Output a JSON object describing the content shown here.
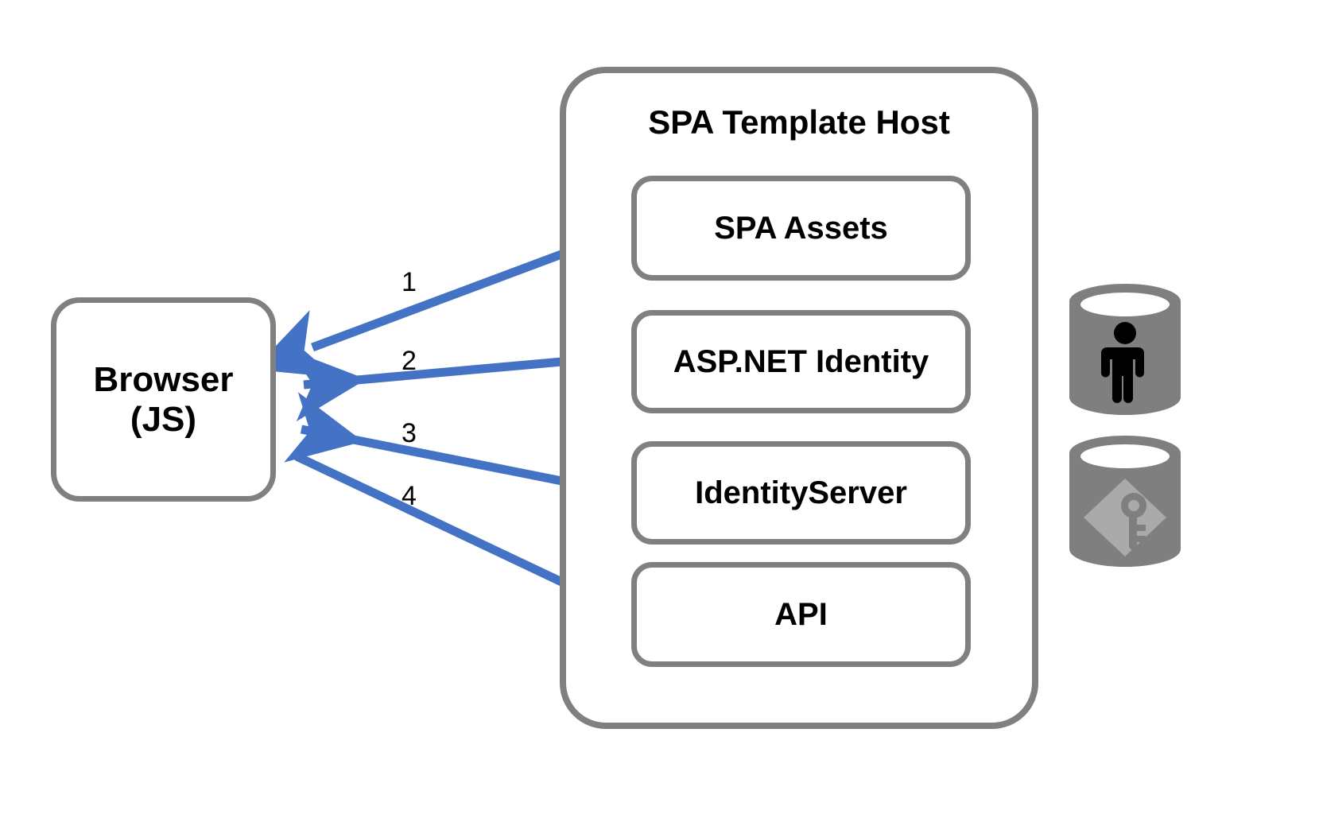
{
  "diagram": {
    "title": "SPA Template Host",
    "background_color": "#FFFFFF",
    "border_color": "#808080",
    "arrow_color": "#4472C4",
    "text_color": "#000000"
  },
  "client": {
    "label_line1": "Browser",
    "label_line2": "(JS)"
  },
  "host": {
    "title": "SPA Template Host",
    "services": [
      {
        "label": "SPA Assets"
      },
      {
        "label": "ASP.NET Identity"
      },
      {
        "label": "IdentityServer"
      },
      {
        "label": "API"
      }
    ]
  },
  "flows": [
    {
      "number": "1",
      "direction": "left",
      "from": "SPA Assets",
      "to": "Browser (JS)"
    },
    {
      "number": "2",
      "direction": "both",
      "from": "Browser (JS)",
      "to": "ASP.NET Identity"
    },
    {
      "number": "3",
      "direction": "both",
      "from": "Browser (JS)",
      "to": "IdentityServer"
    },
    {
      "number": "4",
      "direction": "right",
      "from": "Browser (JS)",
      "to": "API"
    }
  ],
  "datastores": [
    {
      "icon": "user-icon",
      "fill": "#7F7F7F"
    },
    {
      "icon": "key-icon",
      "fill": "#7F7F7F"
    }
  ]
}
